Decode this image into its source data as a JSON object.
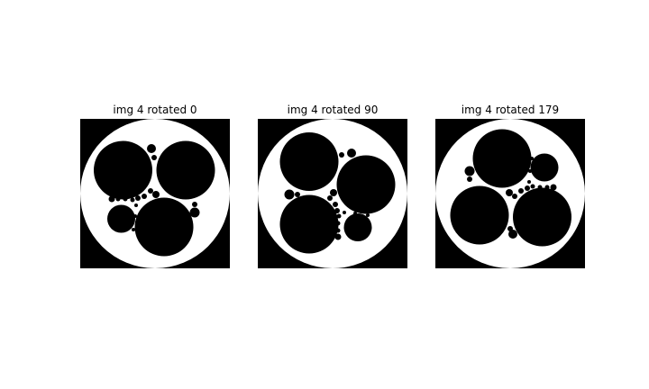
{
  "chart_data": [
    {
      "type": "image",
      "title": "img 4 rotated 0",
      "rotation_deg": 0
    },
    {
      "type": "image",
      "title": "img 4 rotated 90",
      "rotation_deg": 90
    },
    {
      "type": "image",
      "title": "img 4 rotated 179",
      "rotation_deg": 179
    }
  ],
  "colors": {
    "background": "#ffffff",
    "image_fg": "#000000",
    "image_bg": "#ffffff"
  }
}
